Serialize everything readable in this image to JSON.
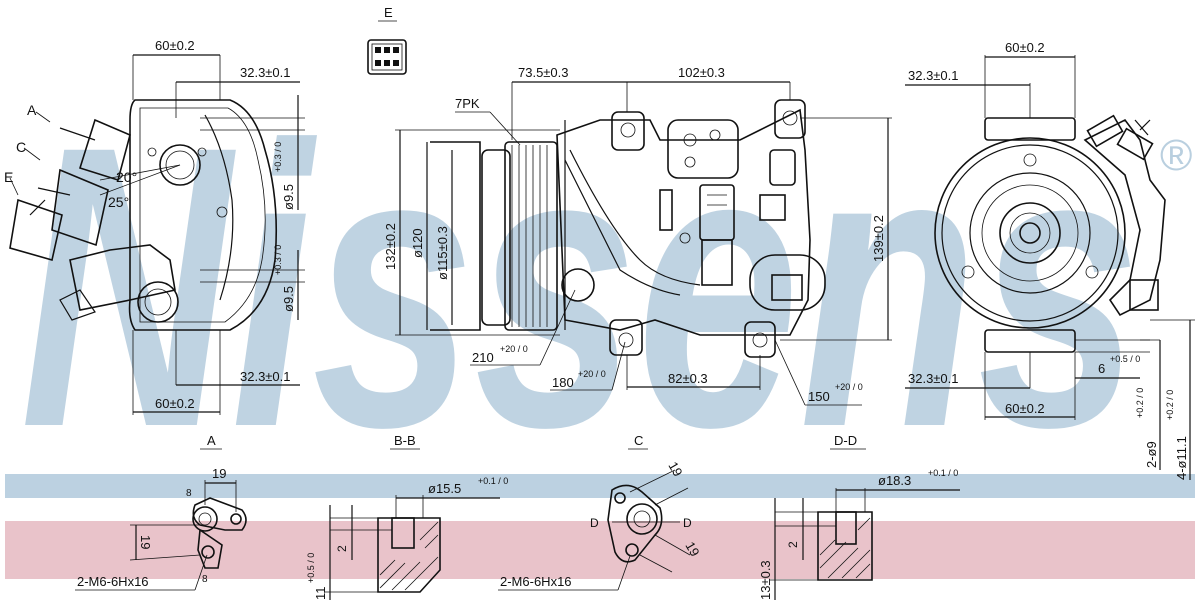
{
  "brand": {
    "watermark": "Nissens",
    "registered_mark": "®",
    "colors": {
      "watermark": "#b9cfdf",
      "band_blue": "#bcd1e1",
      "band_pink": "#e9c3ca",
      "ink": "#111111"
    }
  },
  "views": {
    "left": {
      "label_a": "A",
      "label_c": "C",
      "label_e": "E",
      "dim_top": "60±0.2",
      "dim_top_inner": "32.3±0.1",
      "dim_bottom_inner": "32.3±0.1",
      "dim_bottom": "60±0.2",
      "dim_hole_top": "ø9.5",
      "dim_hole_top_tol": "+0.3 / 0",
      "dim_hole_bottom": "ø9.5",
      "dim_hole_bottom_tol": "+0.3 / 0",
      "angle_1": "20°",
      "angle_2": "25°"
    },
    "connector": {
      "label": "E"
    },
    "center": {
      "dim_left_top": "73.5±0.3",
      "dim_right_top": "102±0.3",
      "belt": "7PK",
      "dim_height_left": "132±0.2",
      "dim_pulley": "ø120",
      "dim_pulley_inner": "ø115±0.3",
      "dim_height_right": "139±0.2",
      "angle_210": "210",
      "angle_210_tol": "+20 / 0",
      "angle_180": "180",
      "angle_180_tol": "+20 / 0",
      "dim_bottom": "82±0.3",
      "angle_150": "150",
      "angle_150_tol": "+20 / 0"
    },
    "right": {
      "dim_top": "60±0.2",
      "dim_top_inner": "32.3±0.1",
      "dim_bottom_inner": "32.3±0.1",
      "dim_bottom": "60±0.2",
      "dim_small": "6",
      "dim_small_tol": "+0.5 / 0",
      "holes_small": "2-ø9",
      "holes_small_tol": "+0.2 / 0",
      "holes_large": "4-ø11.1",
      "holes_large_tol": "+0.2 / 0"
    }
  },
  "details": {
    "a": {
      "title": "A",
      "dim_width": "19",
      "dim_height": "19",
      "thread": "2-M6-6Hx16",
      "angle_mark": "8"
    },
    "bb": {
      "title": "B-B",
      "dim_dia": "ø15.5",
      "dim_dia_tol": "+0.1 / 0",
      "dim_small": "2",
      "dim_height": "11",
      "dim_height_tol": "+0.5 / 0"
    },
    "c": {
      "title": "C",
      "dim_width": "19",
      "dim_height": "19",
      "thread": "2-M6-6Hx16",
      "section_mark": "D"
    },
    "dd": {
      "title": "D-D",
      "dim_dia": "ø18.3",
      "dim_dia_tol": "+0.1 / 0",
      "dim_small": "2",
      "dim_height": "13±0.3"
    }
  }
}
